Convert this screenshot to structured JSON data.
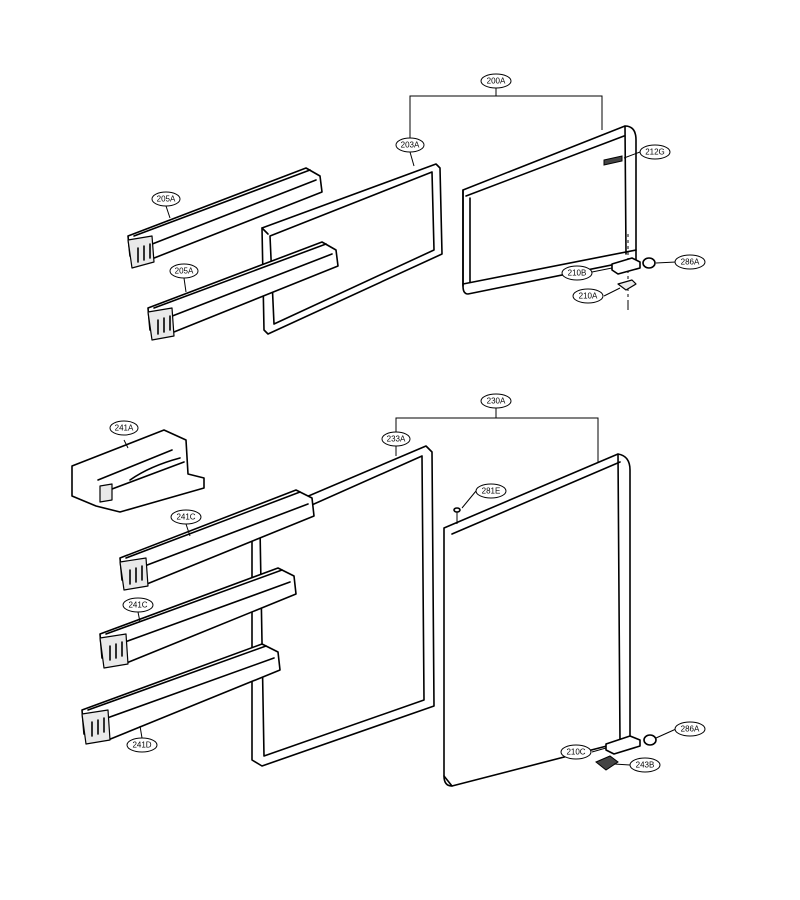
{
  "callouts": {
    "c200A": "200A",
    "c203A": "203A",
    "c212G": "212G",
    "c205A_top": "205A",
    "c205A_bottom": "205A",
    "c210B": "210B",
    "c210A": "210A",
    "c286A_top": "286A",
    "c230A": "230A",
    "c233A": "233A",
    "c241A": "241A",
    "c241C_top": "241C",
    "c241C_bottom": "241C",
    "c241D": "241D",
    "c281E": "281E",
    "c286A_bottom": "286A",
    "c210C": "210C",
    "c243B": "243B"
  },
  "colors": {
    "line": "#000000",
    "background": "#ffffff",
    "shade": "#e9e9e9"
  }
}
